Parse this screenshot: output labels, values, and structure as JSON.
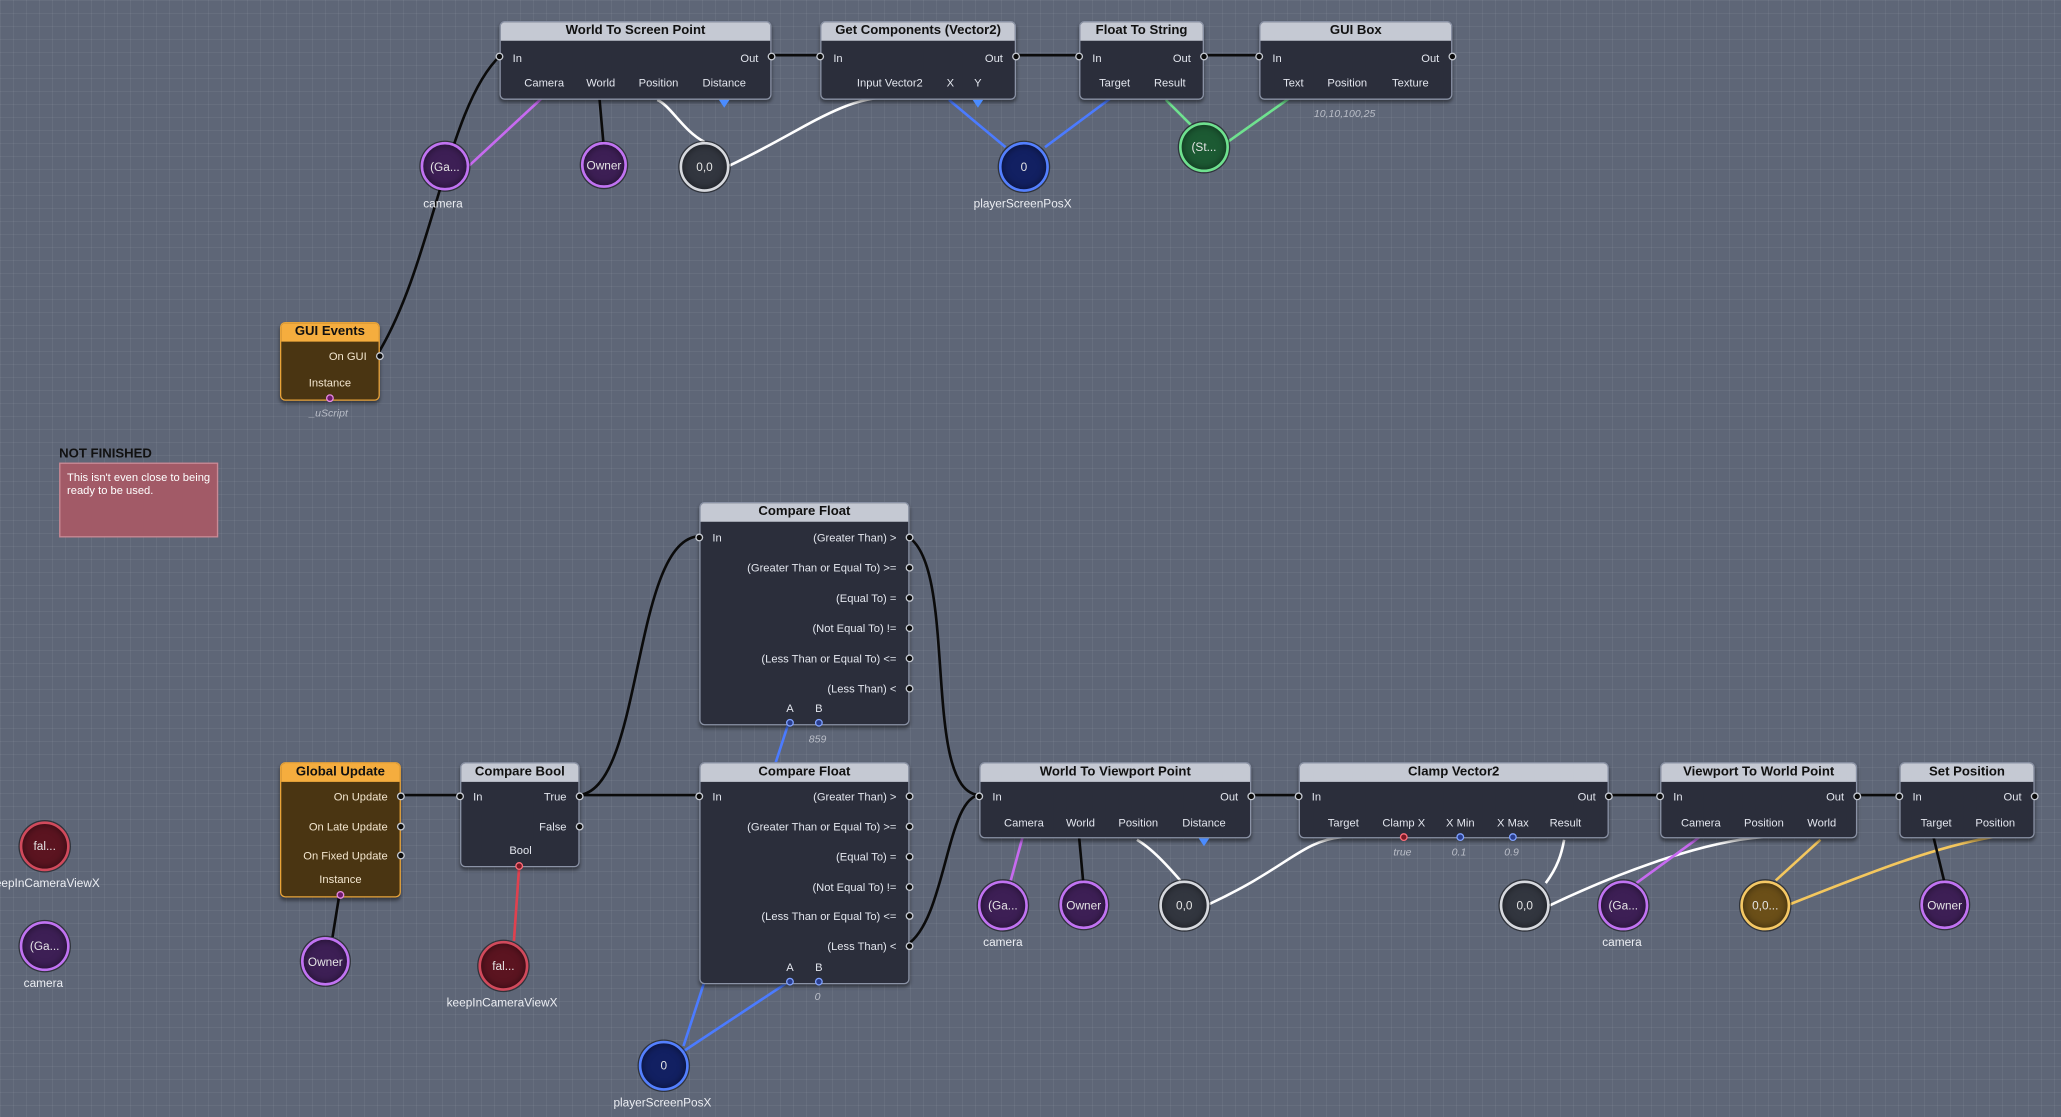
{
  "nodes": {
    "world_to_screen": {
      "title": "World To Screen Point",
      "in": "In",
      "out": "Out",
      "camera": "Camera",
      "world": "World",
      "position": "Position",
      "distance": "Distance"
    },
    "get_components": {
      "title": "Get Components (Vector2)",
      "in": "In",
      "out": "Out",
      "input": "Input Vector2",
      "x": "X",
      "y": "Y"
    },
    "float_to_string": {
      "title": "Float To String",
      "in": "In",
      "out": "Out",
      "target": "Target",
      "result": "Result"
    },
    "gui_box": {
      "title": "GUI Box",
      "in": "In",
      "out": "Out",
      "text": "Text",
      "position": "Position",
      "texture": "Texture",
      "position_value": "10,10,100,25"
    },
    "gui_events": {
      "title": "GUI Events",
      "on_gui": "On GUI",
      "instance": "Instance",
      "instance_value": "_uScript"
    },
    "global_update": {
      "title": "Global Update",
      "on_update": "On Update",
      "on_late_update": "On Late Update",
      "on_fixed_update": "On Fixed Update",
      "instance": "Instance"
    },
    "compare_bool": {
      "title": "Compare Bool",
      "in": "In",
      "true": "True",
      "false": "False",
      "bool": "Bool"
    },
    "compare_float_1": {
      "title": "Compare Float",
      "in": "In",
      "gt": "(Greater Than)  >",
      "gte": "(Greater Than or Equal To) >=",
      "eq": "(Equal To)  =",
      "neq": "(Not Equal To)  !=",
      "lte": "(Less Than or Equal To) <=",
      "lt": "(Less Than)  <",
      "a": "A",
      "b": "B",
      "b_value": "859"
    },
    "compare_float_2": {
      "title": "Compare Float",
      "in": "In",
      "gt": "(Greater Than)  >",
      "gte": "(Greater Than or Equal To) >=",
      "eq": "(Equal To)  =",
      "neq": "(Not Equal To)  !=",
      "lte": "(Less Than or Equal To) <=",
      "lt": "(Less Than)  <",
      "a": "A",
      "b": "B",
      "b_value": "0"
    },
    "world_to_viewport": {
      "title": "World To Viewport Point",
      "in": "In",
      "out": "Out",
      "camera": "Camera",
      "world": "World",
      "position": "Position",
      "distance": "Distance"
    },
    "clamp_vector2": {
      "title": "Clamp Vector2",
      "in": "In",
      "out": "Out",
      "target": "Target",
      "clamp_x": "Clamp X",
      "x_min": "X Min",
      "x_max": "X Max",
      "result": "Result",
      "clamp_x_value": "true",
      "x_min_value": "0.1",
      "x_max_value": "0.9"
    },
    "viewport_to_world": {
      "title": "Viewport To World Point",
      "in": "In",
      "out": "Out",
      "camera": "Camera",
      "position": "Position",
      "world": "World"
    },
    "set_position": {
      "title": "Set Position",
      "in": "In",
      "out": "Out",
      "target": "Target",
      "position": "Position"
    }
  },
  "variables": {
    "cam_top": {
      "text": "(Ga...",
      "label": "camera"
    },
    "owner_top": {
      "text": "Owner"
    },
    "vec_top": {
      "text": "0,0"
    },
    "player_top": {
      "text": "0",
      "label": "playerScreenPosX"
    },
    "str_top": {
      "text": "(St..."
    },
    "keep_left": {
      "text": "fal...",
      "label": "eepInCameraViewX"
    },
    "cam_left": {
      "text": "(Ga...",
      "label": "camera"
    },
    "owner_gu": {
      "text": "Owner"
    },
    "keep_cb": {
      "text": "fal...",
      "label": "keepInCameraViewX"
    },
    "player_bottom": {
      "text": "0",
      "label": "playerScreenPosX"
    },
    "cam_wtv": {
      "text": "(Ga...",
      "label": "camera"
    },
    "owner_wtv": {
      "text": "Owner"
    },
    "vec_wtv": {
      "text": "0,0"
    },
    "vec_clamp": {
      "text": "0,0"
    },
    "cam_vtw": {
      "text": "(Ga...",
      "label": "camera"
    },
    "vec_vtw": {
      "text": "0,0..."
    },
    "owner_sp": {
      "text": "Owner"
    }
  },
  "comment": {
    "title": "NOT FINISHED",
    "text": "This isn't even close to being ready to be used."
  },
  "colors": {
    "background": "#5e6677",
    "node_body": "#2b2e3b",
    "node_title": "#c5c9d3",
    "event_title": "#f5ad3e",
    "wire_flow": "#0b0b0b",
    "wire_vector": "#ffffff",
    "wire_float": "#4b7bff",
    "wire_object": "#c76af0",
    "wire_string": "#6fe18f",
    "wire_bool": "#e0414f",
    "wire_gold": "#f4c75e"
  }
}
